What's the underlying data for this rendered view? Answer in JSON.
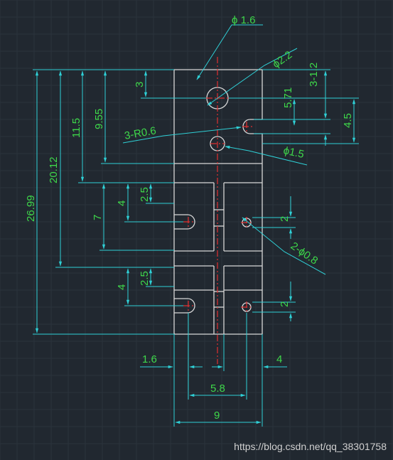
{
  "drawing": {
    "colors": {
      "background": "#212830",
      "part_outline": "#d8d8d8",
      "center_line": "#e03030",
      "dimension_line": "#2fd0d6",
      "dimension_text": "#3ed84a"
    },
    "dimensions": {
      "phi_1_6": "ϕ 1.6",
      "phi_2_2": "ϕ2.2",
      "d_3_1_2": "3-1.2",
      "d_5_71": "5.71",
      "d_4_5": "4.5",
      "d_3_top": "3",
      "d_9_55": "9.55",
      "d_11_5": "11.5",
      "d_20_12": "20.12",
      "d_26_99": "26.99",
      "d_3_r0_6": "3-R0.6",
      "phi_1_5": "ϕ1.5",
      "d_2_5_a": "2.5",
      "d_4_a": "4",
      "d_7": "7",
      "d_2_a": "2",
      "d_2_phi_0_8": "2-ϕ0.8",
      "d_2_5_b": "2.5",
      "d_4_b": "4",
      "d_2_b": "2",
      "d_1_6": "1.6",
      "d_4_bottom": "4",
      "d_5_8": "5.8",
      "d_9": "9"
    },
    "watermark": "https://blog.csdn.net/qq_38301758"
  }
}
